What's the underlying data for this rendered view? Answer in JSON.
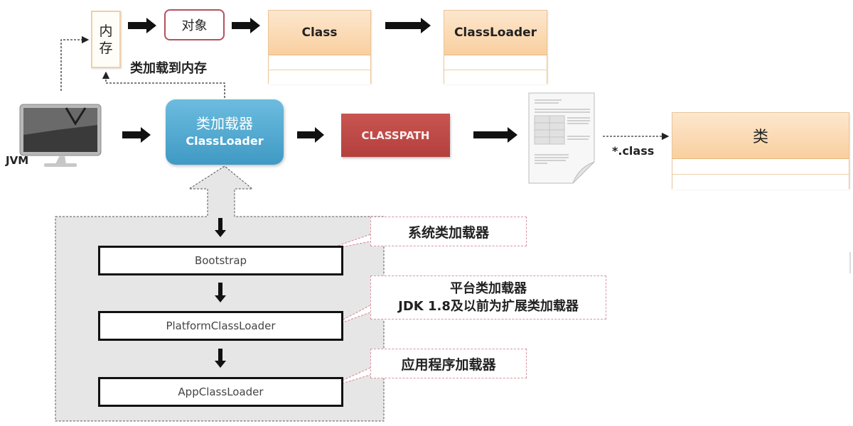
{
  "diagram": {
    "title": "Java ClassLoader mechanism",
    "memory": {
      "label_line1": "内",
      "label_line2": "存"
    },
    "object": {
      "label": "对象"
    },
    "class_box": {
      "label": "Class"
    },
    "classloader_box": {
      "label": "ClassLoader"
    },
    "load_to_memory_label": "类加载到内存",
    "jvm": {
      "label": "JVM",
      "icon": "monitor-icon"
    },
    "class_loader": {
      "label_cn": "类加载器",
      "label_en": "ClassLoader"
    },
    "classpath": {
      "label": "CLASSPATH"
    },
    "class_file": {
      "icon": "document-icon",
      "label": "*.class"
    },
    "class_result": {
      "label": "类"
    },
    "loaders": [
      {
        "name": "Bootstrap",
        "callout_line1": "系统类加载器",
        "callout_line2": ""
      },
      {
        "name": "PlatformClassLoader",
        "callout_line1": "平台类加载器",
        "callout_line2": "JDK 1.8及以前为扩展类加载器"
      },
      {
        "name": "AppClassLoader",
        "callout_line1": "应用程序加载器",
        "callout_line2": ""
      }
    ],
    "colors": {
      "classloader_blue": "#4aa6cf",
      "classpath_red": "#bd4946",
      "uml_header": "#f9cf9f",
      "object_border": "#b5525e",
      "group_gray": "#e6e6e6",
      "callout_border": "#d895a2"
    }
  }
}
